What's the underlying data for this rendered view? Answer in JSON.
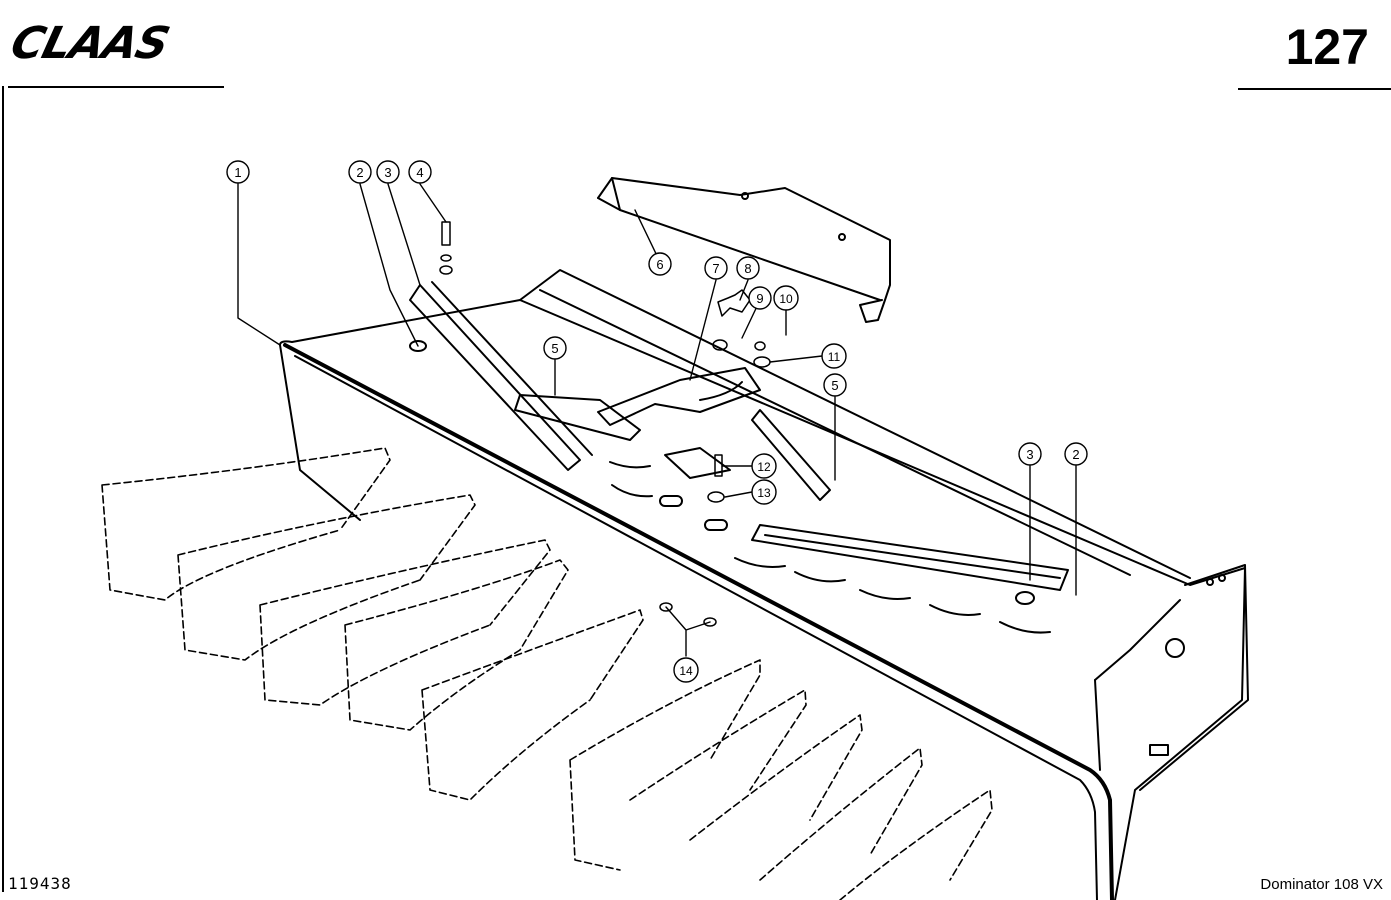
{
  "header": {
    "brand": "CLAAS",
    "page_number": "127"
  },
  "footer": {
    "drawing_number": "119438",
    "model": "Dominator 108 VX"
  },
  "callouts": [
    "1",
    "2",
    "3",
    "4",
    "2",
    "3",
    "5",
    "6",
    "7",
    "8",
    "9",
    "10",
    "11",
    "5",
    "12",
    "13",
    "14"
  ]
}
